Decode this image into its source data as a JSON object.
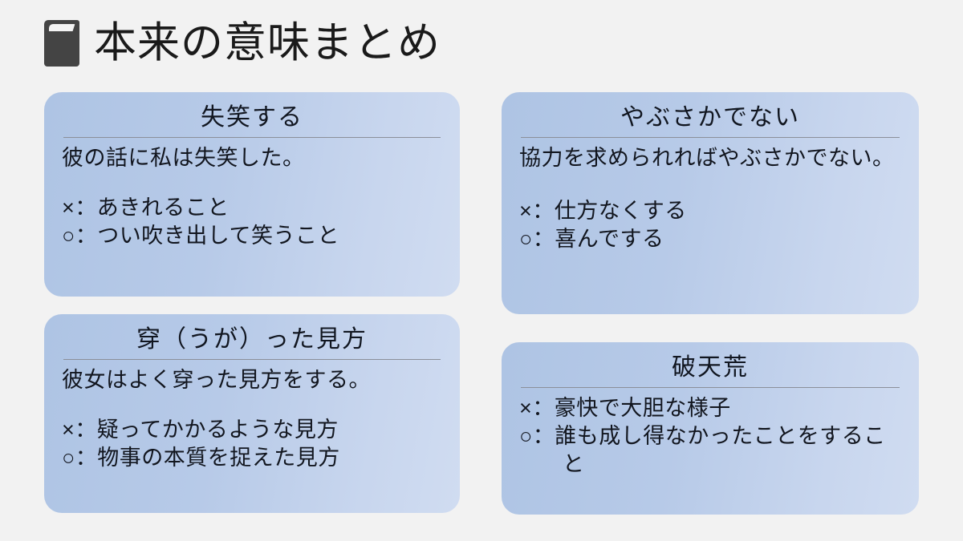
{
  "header": {
    "icon": "book-icon",
    "title": "本来の意味まとめ"
  },
  "cards": [
    {
      "title": "失笑する",
      "example": "彼の話に私は失笑した。",
      "wrong": "×：あきれること",
      "right": "○：つい吹き出して笑うこと"
    },
    {
      "title": "やぶさかでない",
      "example": "協力を求められればやぶさかでない。",
      "wrong": "×：仕方なくする",
      "right": "○：喜んでする"
    },
    {
      "title": "穿（うが）った見方",
      "example": "彼女はよく穿った見方をする。",
      "wrong": "×：疑ってかかるような見方",
      "right": "○：物事の本質を捉えた見方"
    },
    {
      "title": "破天荒",
      "example": "",
      "wrong": "×：豪快で大胆な様子",
      "right": "○：誰も成し得なかったことをすること"
    }
  ],
  "colors": {
    "background": "#f2f2f2",
    "card_gradient_start": "#aec4e4",
    "card_gradient_end": "#d0dcf1",
    "title_text": "#1a1a1a",
    "book_icon": "#444444",
    "rule": "#8b8f99"
  }
}
